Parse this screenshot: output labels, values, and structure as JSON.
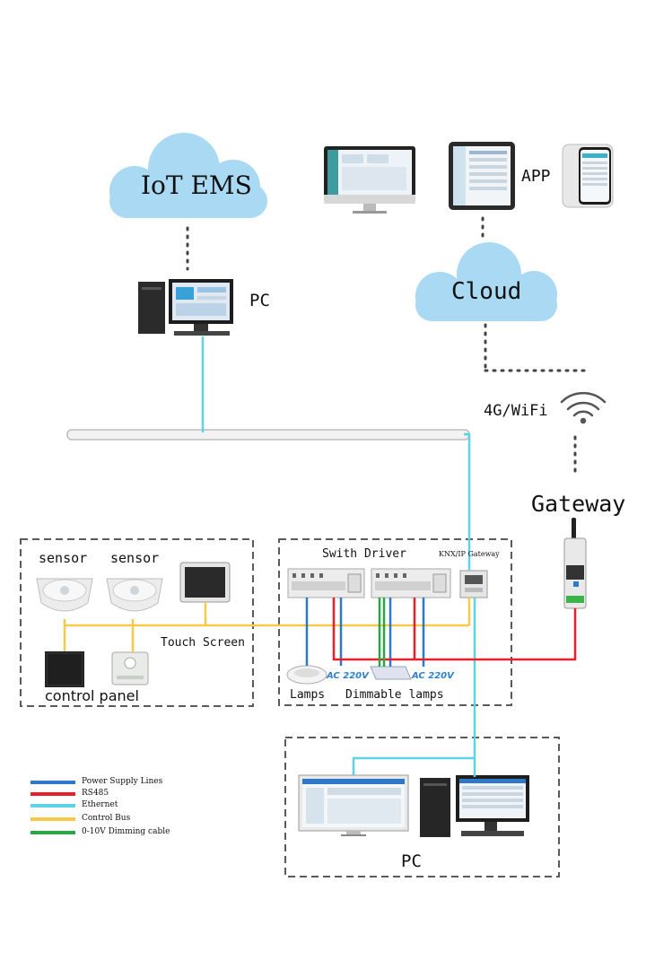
{
  "labels": {
    "iot_ems": "IoT EMS",
    "pc_top": "PC",
    "app": "APP",
    "cloud": "Cloud",
    "wifi": "4G/WiFi",
    "gateway": "Gateway",
    "sensor1": "sensor",
    "sensor2": "sensor",
    "touch_screen": "Touch Screen",
    "control_panel": "control panel",
    "switch_driver": "Swith Driver",
    "knx_gateway": "KNX/IP Gateway",
    "ac1": "AC 220V",
    "ac2": "AC 220V",
    "lamps": "Lamps",
    "dimmable_lamps": "Dimmable lamps",
    "pc_bottom": "PC"
  },
  "legend": [
    {
      "label": "Power Supply Lines",
      "color": "#2f78c8"
    },
    {
      "label": "RS485",
      "color": "#e8202a"
    },
    {
      "label": "Ethernet",
      "color": "#5fd3e6"
    },
    {
      "label": "Control Bus",
      "color": "#f7c948"
    },
    {
      "label": "0-10V Dimming cable",
      "color": "#27a844"
    }
  ],
  "colors": {
    "cloud": "#a9d9f3",
    "power": "#2f78c8",
    "rs485": "#e8202a",
    "ethernet": "#5fd3e6",
    "control_bus": "#f7c948",
    "dimming": "#27a844",
    "dashed_box": "#555555"
  }
}
